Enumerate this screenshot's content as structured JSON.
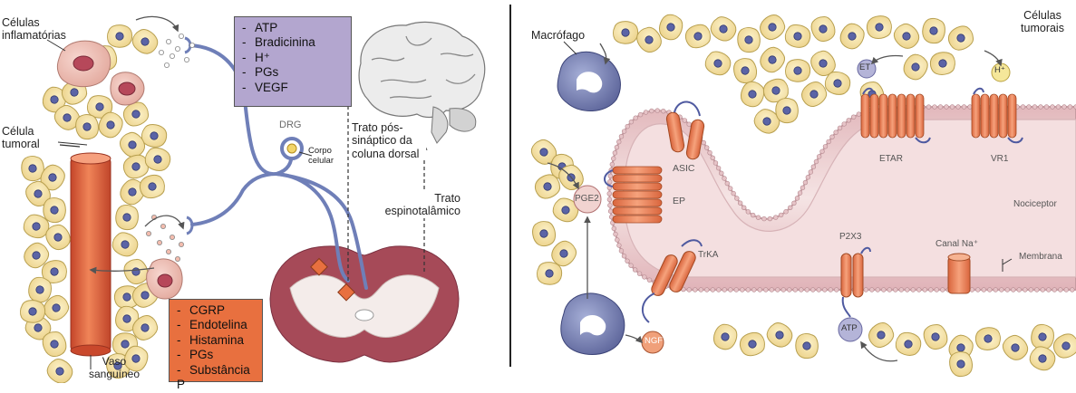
{
  "left_panel": {
    "labels": {
      "inflammatory_cells": "Células inflamatórias",
      "tumor_cell": "Célula tumoral",
      "blood_vessel": "Vaso sanguíneo",
      "drg": "DRG",
      "cell_body": "Corpo celular",
      "dorsal_column_tract": "Trato pós-sináptico da coluna dorsal",
      "spinothalamic_tract": "Trato espinotalâmico"
    },
    "mediators_box_1": [
      "ATP",
      "Bradicinina",
      "H⁺",
      "PGs",
      "VEGF"
    ],
    "mediators_box_2": [
      "CGRP",
      "Endotelina",
      "Histamina",
      "PGs",
      "Substância P"
    ]
  },
  "right_panel": {
    "labels": {
      "macrophage": "Macrófago",
      "tumor_cells": "Células tumorais",
      "et": "ET",
      "h_plus": "H⁺",
      "eta_r": "ETAR",
      "vr1": "VR1",
      "asic": "ASIC",
      "pge2": "PGE2",
      "ep": "EP",
      "nociceptor": "Nociceptor",
      "trka": "TrKA",
      "p2x3": "P2X3",
      "na_channel": "Canal Na⁺",
      "membrane": "Membrana",
      "ngf": "NGF",
      "atp": "ATP"
    }
  },
  "colors": {
    "cell_fill": "#f4e2a0",
    "nucleus": "#5b64a6",
    "nerve": "#6f7fb8",
    "vessel": "#e2633b",
    "membrane_fill": "#e9c9cc",
    "receptor": "#e9825a",
    "box_purple": "#b3a6cf",
    "box_orange": "#e8703f",
    "spinal_cord": "#a34a55"
  }
}
